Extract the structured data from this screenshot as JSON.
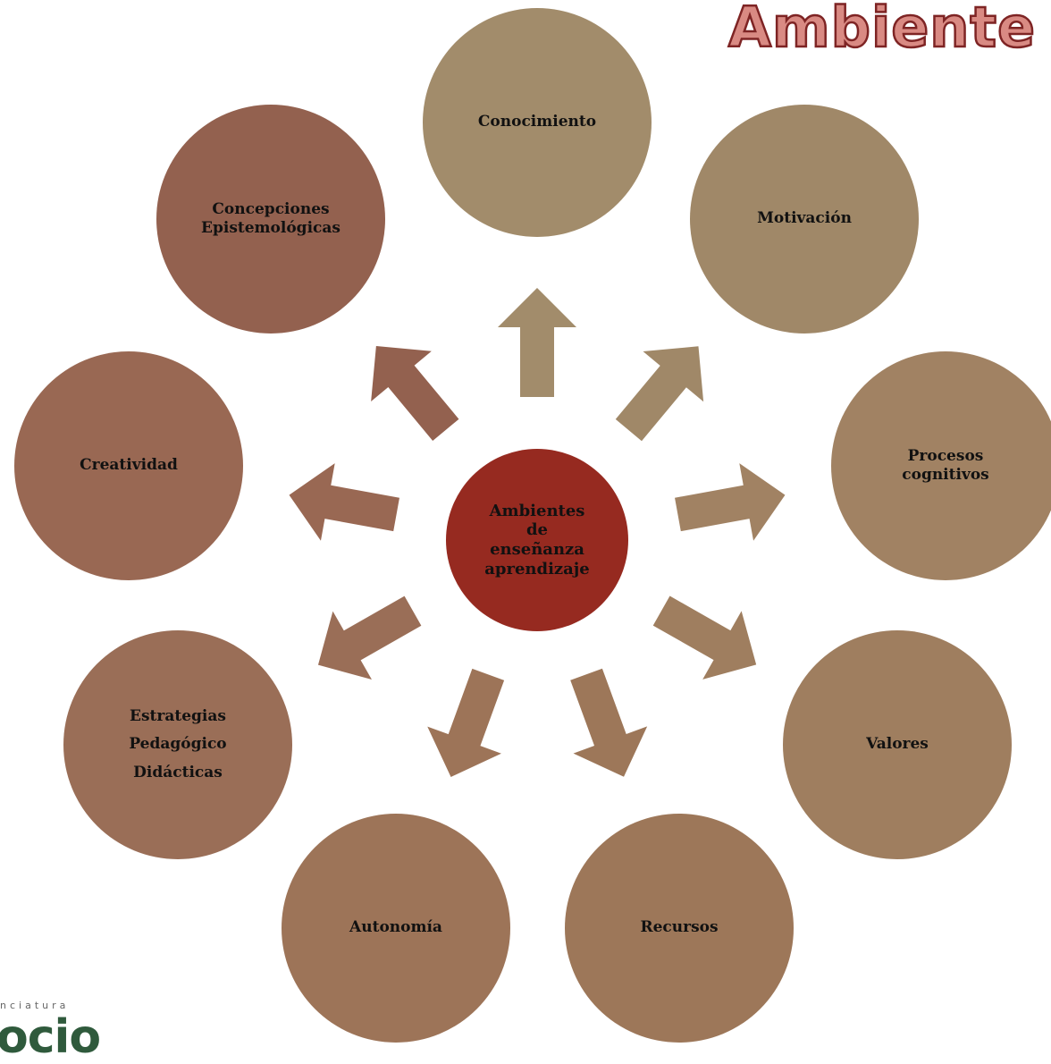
{
  "title": "Ambiente",
  "center": {
    "lines": [
      "Ambientes",
      "de",
      "enseñanza",
      "aprendizaje"
    ],
    "color": "#962a20"
  },
  "nodes": [
    {
      "id": "conocimiento",
      "lines": [
        "Conocimiento"
      ],
      "color": "#a28c6b"
    },
    {
      "id": "motivacion",
      "lines": [
        "Motivación"
      ],
      "color": "#a08868"
    },
    {
      "id": "procesos-cognitivos",
      "lines": [
        "Procesos",
        "cognitivos"
      ],
      "color": "#a18263"
    },
    {
      "id": "valores",
      "lines": [
        "Valores"
      ],
      "color": "#9f7e5f"
    },
    {
      "id": "recursos",
      "lines": [
        "Recursos"
      ],
      "color": "#9d7759"
    },
    {
      "id": "autonomia",
      "lines": [
        "Autonomía"
      ],
      "color": "#9d7458"
    },
    {
      "id": "estrategias",
      "lines": [
        "Estrategias",
        "Pedagógico",
        "Didácticas"
      ],
      "color": "#9a6e57"
    },
    {
      "id": "creatividad",
      "lines": [
        "Creatividad"
      ],
      "color": "#996853"
    },
    {
      "id": "concepciones",
      "lines": [
        "Concepciones",
        "Epistemológicas"
      ],
      "color": "#93614f"
    }
  ],
  "logo": {
    "small": "nciatura",
    "big": "ocio"
  }
}
